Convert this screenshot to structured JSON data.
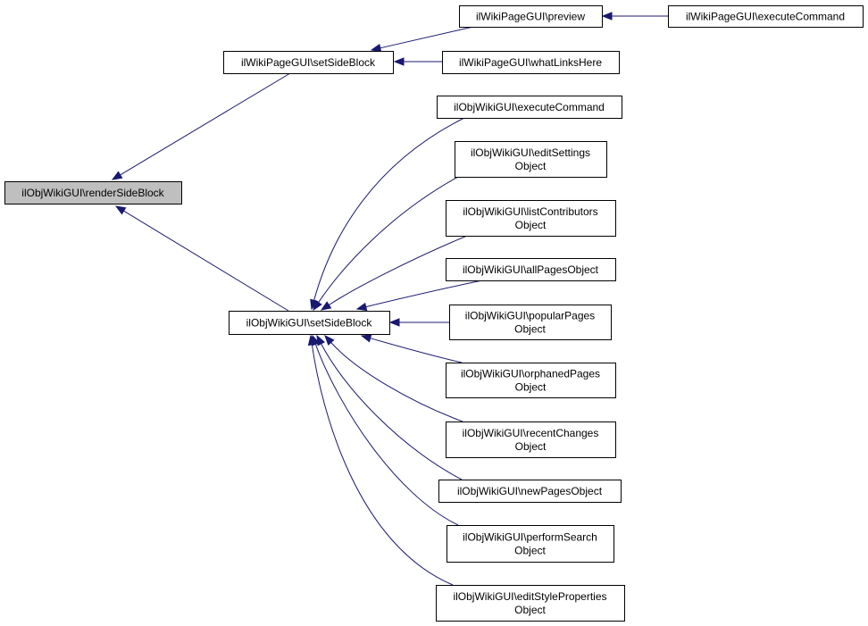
{
  "nodes": [
    {
      "id": "renderSideBlock",
      "lines": [
        "ilObjWikiGUI\\renderSideBlock"
      ],
      "focus": true
    },
    {
      "id": "pageSetSideBlock",
      "lines": [
        "ilWikiPageGUI\\setSideBlock"
      ]
    },
    {
      "id": "preview",
      "lines": [
        "ilWikiPageGUI\\preview"
      ]
    },
    {
      "id": "pageExecuteCommand",
      "lines": [
        "ilWikiPageGUI\\executeCommand"
      ]
    },
    {
      "id": "whatLinksHere",
      "lines": [
        "ilWikiPageGUI\\whatLinksHere"
      ]
    },
    {
      "id": "objSetSideBlock",
      "lines": [
        "ilObjWikiGUI\\setSideBlock"
      ]
    },
    {
      "id": "objExecuteCommand",
      "lines": [
        "ilObjWikiGUI\\executeCommand"
      ]
    },
    {
      "id": "editSettings",
      "lines": [
        "ilObjWikiGUI\\editSettings",
        "Object"
      ]
    },
    {
      "id": "listContributors",
      "lines": [
        "ilObjWikiGUI\\listContributors",
        "Object"
      ]
    },
    {
      "id": "allPages",
      "lines": [
        "ilObjWikiGUI\\allPagesObject"
      ]
    },
    {
      "id": "popularPages",
      "lines": [
        "ilObjWikiGUI\\popularPages",
        "Object"
      ]
    },
    {
      "id": "orphanedPages",
      "lines": [
        "ilObjWikiGUI\\orphanedPages",
        "Object"
      ]
    },
    {
      "id": "recentChanges",
      "lines": [
        "ilObjWikiGUI\\recentChanges",
        "Object"
      ]
    },
    {
      "id": "newPages",
      "lines": [
        "ilObjWikiGUI\\newPagesObject"
      ]
    },
    {
      "id": "performSearch",
      "lines": [
        "ilObjWikiGUI\\performSearch",
        "Object"
      ]
    },
    {
      "id": "editStyleProperties",
      "lines": [
        "ilObjWikiGUI\\editStyleProperties",
        "Object"
      ]
    }
  ],
  "edges": [
    {
      "from": "pageSetSideBlock",
      "to": "renderSideBlock"
    },
    {
      "from": "objSetSideBlock",
      "to": "renderSideBlock"
    },
    {
      "from": "preview",
      "to": "pageSetSideBlock"
    },
    {
      "from": "whatLinksHere",
      "to": "pageSetSideBlock"
    },
    {
      "from": "pageExecuteCommand",
      "to": "preview"
    },
    {
      "from": "objExecuteCommand",
      "to": "objSetSideBlock"
    },
    {
      "from": "editSettings",
      "to": "objSetSideBlock"
    },
    {
      "from": "listContributors",
      "to": "objSetSideBlock"
    },
    {
      "from": "allPages",
      "to": "objSetSideBlock"
    },
    {
      "from": "popularPages",
      "to": "objSetSideBlock"
    },
    {
      "from": "orphanedPages",
      "to": "objSetSideBlock"
    },
    {
      "from": "recentChanges",
      "to": "objSetSideBlock"
    },
    {
      "from": "newPages",
      "to": "objSetSideBlock"
    },
    {
      "from": "performSearch",
      "to": "objSetSideBlock"
    },
    {
      "from": "editStyleProperties",
      "to": "objSetSideBlock"
    }
  ],
  "colors": {
    "edge": "#191970",
    "focus_fill": "#bfbfbf",
    "border": "#000000"
  }
}
